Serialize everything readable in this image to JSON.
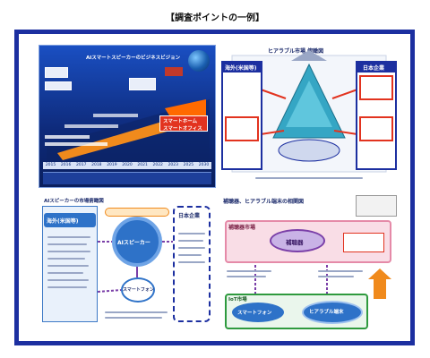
{
  "page": {
    "title": "【調査ポイントの一例】"
  },
  "panel1": {
    "heading": "AIスマートスピーカーのビジネスビジョン",
    "arrow_label_1": "スマートホーム",
    "arrow_label_2": "スマートオフィス",
    "years": [
      "2015",
      "2016",
      "2017",
      "2018",
      "2019",
      "2020",
      "2021",
      "2022",
      "2023",
      "2025",
      "2030"
    ]
  },
  "panel2": {
    "heading": "ヒアラブル市場 俯瞰図",
    "overseas": "海外(米国等)",
    "japan": "日本企業"
  },
  "panel3": {
    "heading": "AIスピーカーの市場俯瞰図",
    "overseas": "海外(米国等)",
    "japan": "日本企業",
    "center": "AIスピーカー",
    "phone": "スマートフォン"
  },
  "panel4": {
    "heading": "補聴器、ヒアラブル端末の相関図",
    "market_label": "補聴器市場",
    "hearing_aid": "補聴器",
    "iot_label": "IoT市場",
    "phone": "スマートフォン",
    "hearable": "ヒアラブル端末"
  },
  "colors": {
    "frame": "#1c2fa0",
    "panel1_bg": "#0f2f8a",
    "arrow_orange": "#f08a1c",
    "teal": "#3fb7c9",
    "pink": "#f3c6d6",
    "purple": "#7a3fa8",
    "green_border": "#2e9a3e"
  }
}
